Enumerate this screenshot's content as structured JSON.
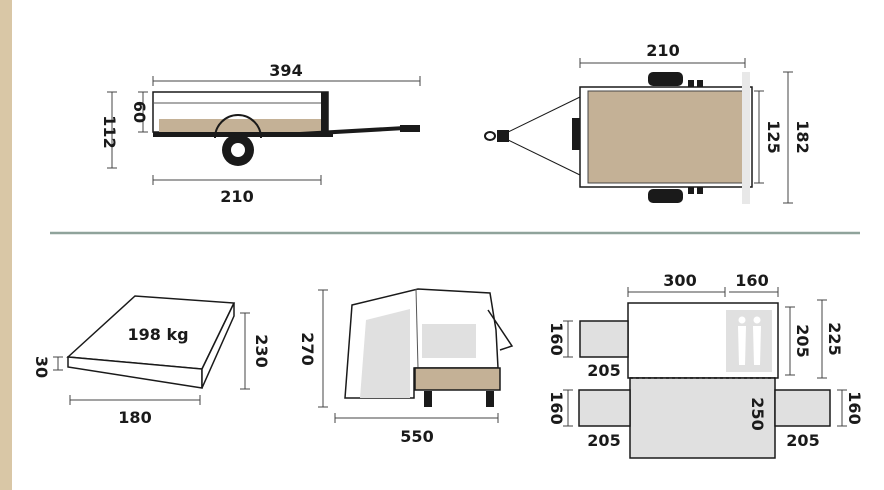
{
  "colors": {
    "background": "#d9c7a6",
    "panel": "#ffffff",
    "divider": "#8fa39b",
    "bed_fill": "#c4b196",
    "floor_fill": "#e0e0e0",
    "line": "#1a1a1a"
  },
  "trailer_side": {
    "length": "394",
    "height_total": "112",
    "box_height": "60",
    "wheelbase": "210"
  },
  "trailer_top": {
    "length": "210",
    "inner_width": "125",
    "outer_width": "182"
  },
  "mattress": {
    "weight": "198 kg",
    "thickness": "30",
    "width": "180",
    "depth": "230"
  },
  "tent_side": {
    "height": "270",
    "length": "550"
  },
  "floor_plan": {
    "main_length": "300",
    "side_length": "160",
    "bedroom_depth": "205",
    "overall_depth": "225",
    "annex_width": "160",
    "annex_depth": "205",
    "awning_depth": "250",
    "left_annex_width": "160",
    "left_annex_depth": "205",
    "right_annex_width": "160",
    "right_annex_depth": "205"
  }
}
